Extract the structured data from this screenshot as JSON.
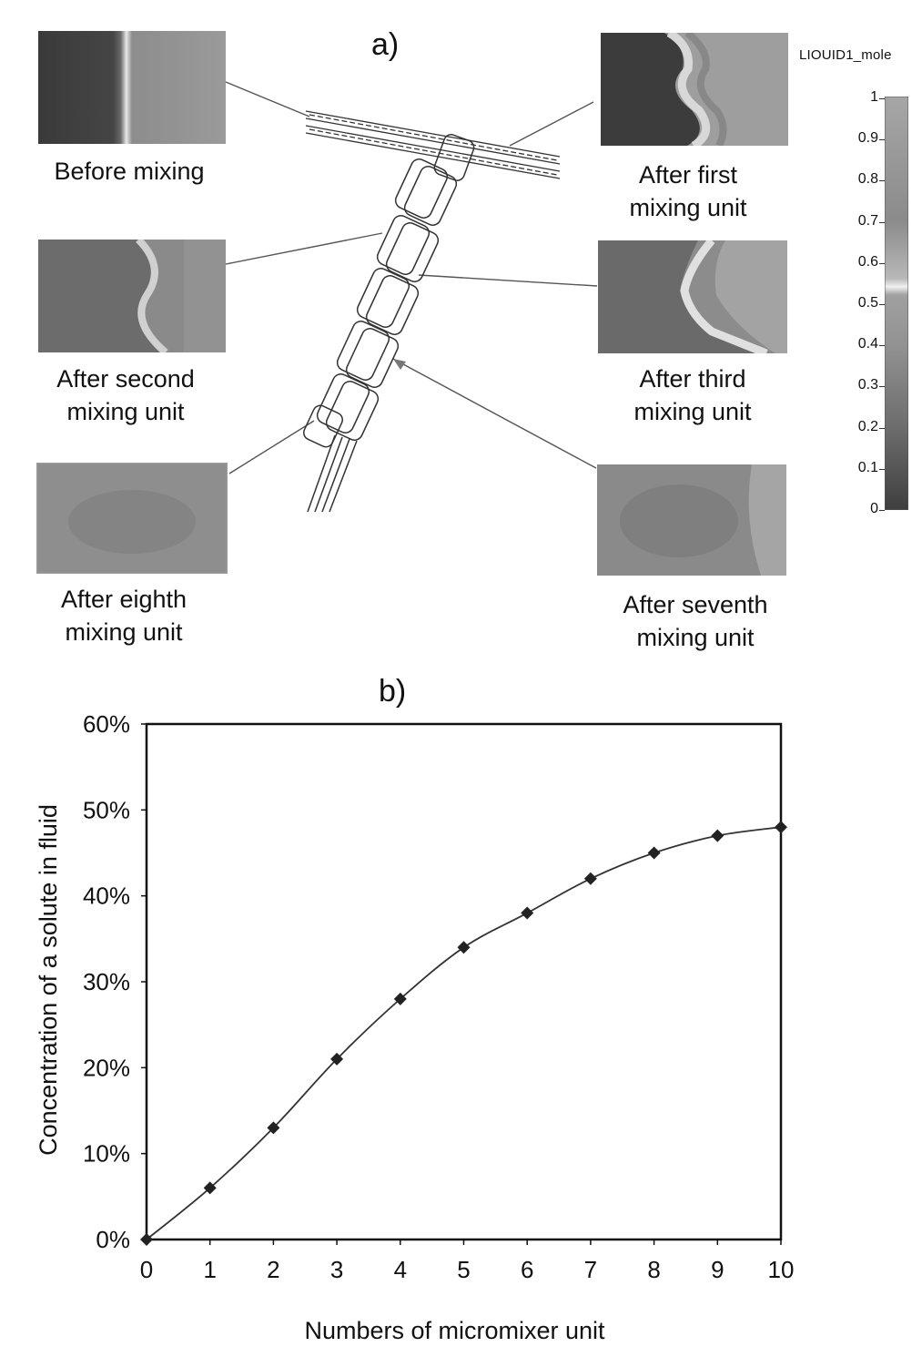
{
  "panel_a": {
    "label": "a)",
    "thumbnails": [
      {
        "id": "before",
        "caption": "Before mixing",
        "kind": "split"
      },
      {
        "id": "first",
        "caption": "After first\nmixing unit",
        "kind": "wave-strong"
      },
      {
        "id": "second",
        "caption": "After second\nmixing unit",
        "kind": "wave-left"
      },
      {
        "id": "third",
        "caption": "After third\nmixing unit",
        "kind": "wave-mid"
      },
      {
        "id": "eighth",
        "caption": "After eighth\nmixing unit",
        "kind": "uniform"
      },
      {
        "id": "seventh",
        "caption": "After seventh\nmixing unit",
        "kind": "near-uniform"
      }
    ],
    "colorbar": {
      "title": "LIOUID1_mole",
      "ticks": [
        "1",
        "0.9",
        "0.8",
        "0.7",
        "0.6",
        "0.5",
        "0.4",
        "0.3",
        "0.2",
        "0.1",
        "0"
      ]
    }
  },
  "panel_b": {
    "label": "b)"
  },
  "chart_data": {
    "type": "line",
    "xlabel": "Numbers of micromixer unit",
    "ylabel": "Concentration of a solute in fluid",
    "x": [
      0,
      1,
      2,
      3,
      4,
      5,
      6,
      7,
      8,
      9,
      10
    ],
    "y": [
      0,
      6,
      13,
      21,
      28,
      34,
      38,
      42,
      45,
      47,
      48
    ],
    "xlim": [
      0,
      10
    ],
    "ylim": [
      0,
      60
    ],
    "ytick_values": [
      0,
      10,
      20,
      30,
      40,
      50,
      60
    ],
    "ytick_labels": [
      "0%",
      "10%",
      "20%",
      "30%",
      "40%",
      "50%",
      "60%"
    ],
    "xtick_labels": [
      "0",
      "1",
      "2",
      "3",
      "4",
      "5",
      "6",
      "7",
      "8",
      "9",
      "10"
    ],
    "marker": "diamond",
    "grid": false,
    "colors": {
      "line": "#333333",
      "marker": "#222222",
      "frame": "#111111"
    }
  }
}
